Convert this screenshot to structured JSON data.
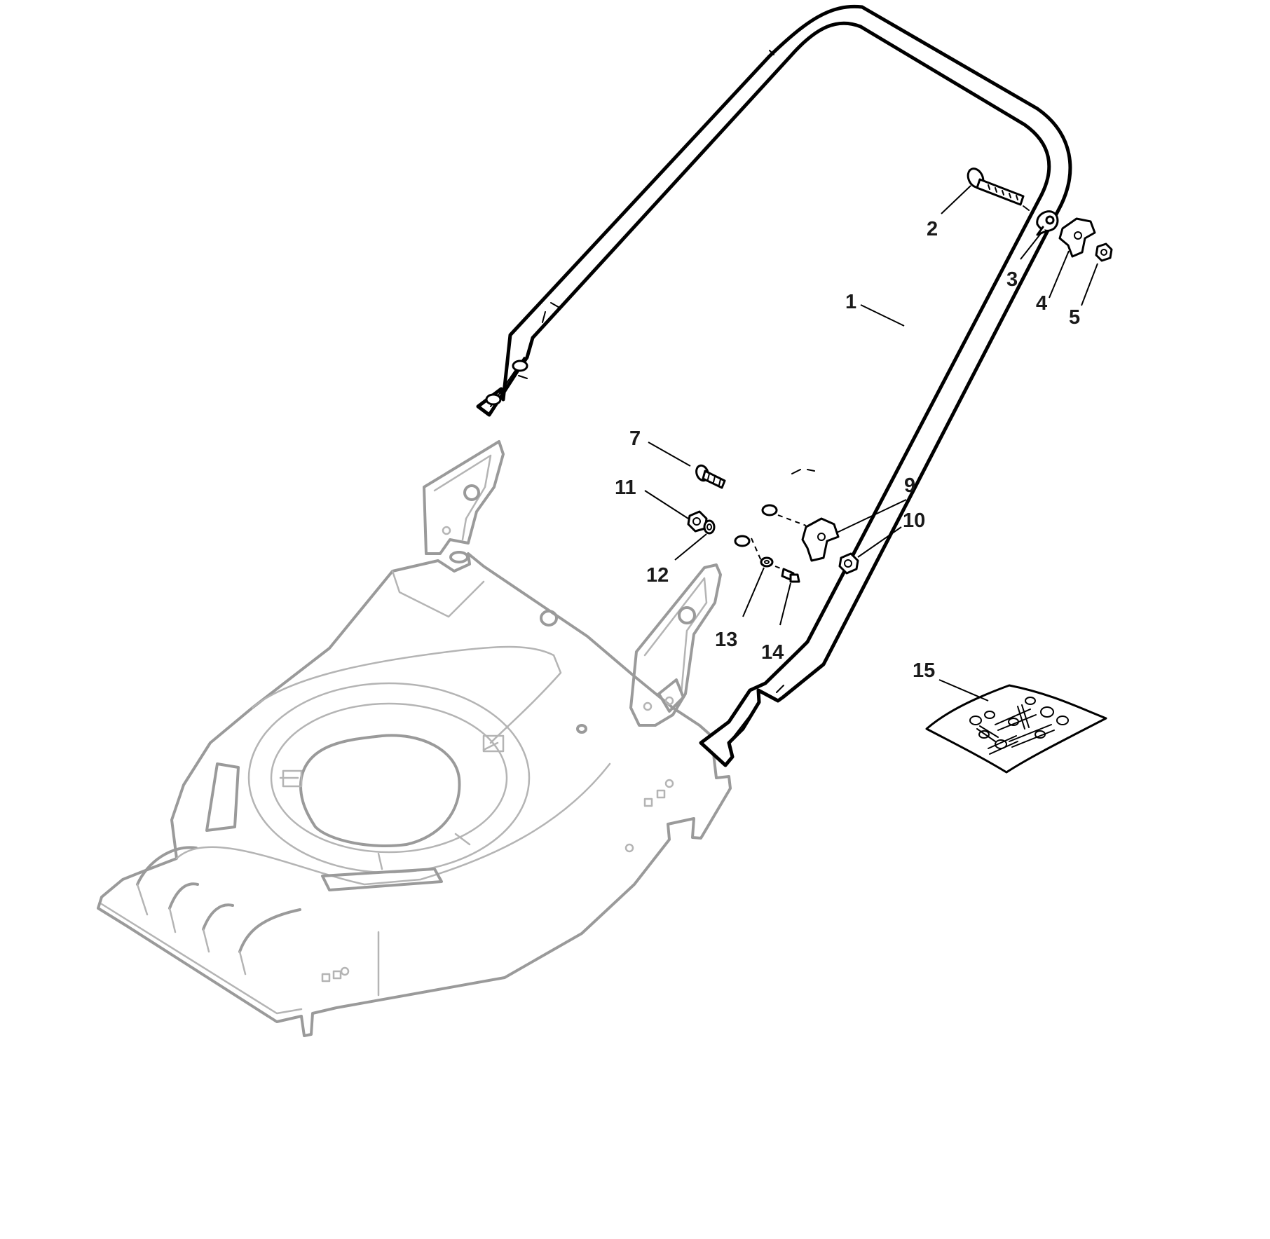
{
  "callouts": {
    "c1": "1",
    "c2": "2",
    "c3": "3",
    "c4": "4",
    "c5": "5",
    "c7": "7",
    "c9": "9",
    "c10": "10",
    "c11": "11",
    "c12": "12",
    "c13": "13",
    "c14": "14",
    "c15": "15"
  },
  "colors": {
    "ink": "#000000",
    "deck_outline": "#9a9a9a",
    "background": "#ffffff"
  }
}
